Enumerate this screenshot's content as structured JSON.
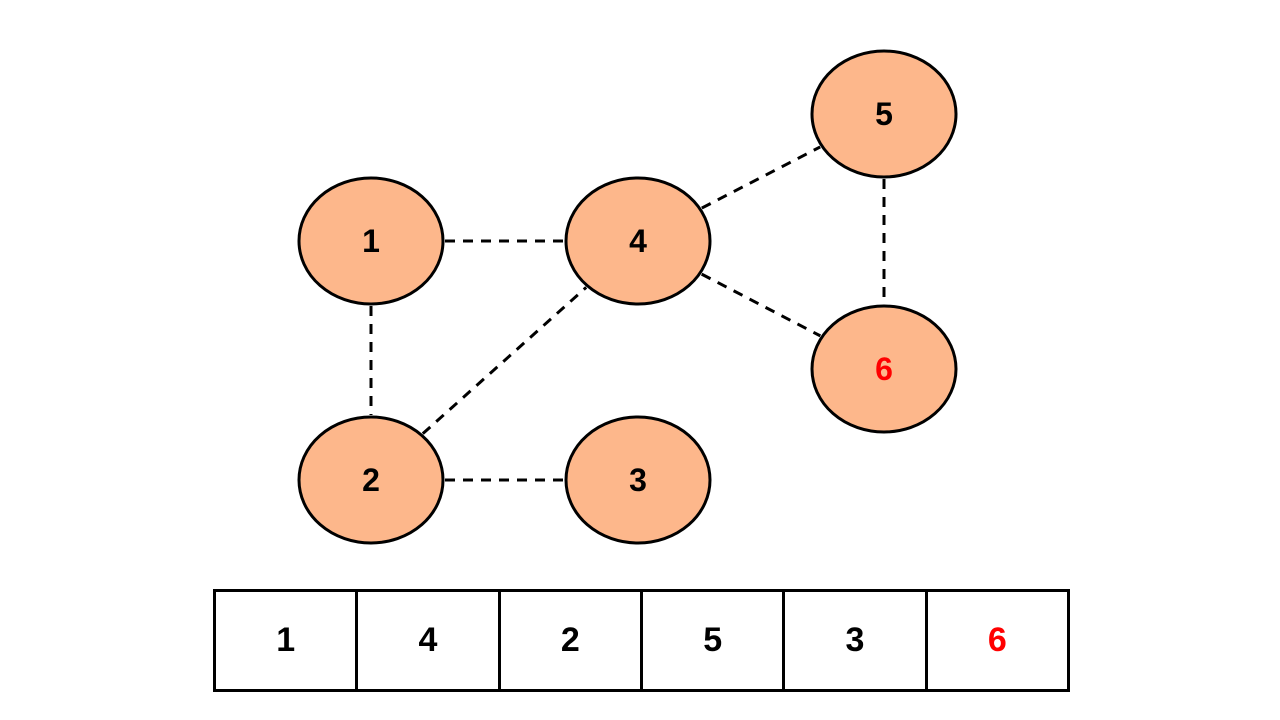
{
  "colors": {
    "node_fill": "#FDB78B",
    "stroke": "#000000",
    "label_default": "#000000",
    "label_highlight": "#FF0000"
  },
  "graph": {
    "nodes": [
      {
        "id": "1",
        "label": "1",
        "highlight": false
      },
      {
        "id": "2",
        "label": "2",
        "highlight": false
      },
      {
        "id": "3",
        "label": "3",
        "highlight": false
      },
      {
        "id": "4",
        "label": "4",
        "highlight": false
      },
      {
        "id": "5",
        "label": "5",
        "highlight": false
      },
      {
        "id": "6",
        "label": "6",
        "highlight": true
      }
    ],
    "edges": [
      {
        "from": "1",
        "to": "4"
      },
      {
        "from": "1",
        "to": "2"
      },
      {
        "from": "2",
        "to": "4"
      },
      {
        "from": "2",
        "to": "3"
      },
      {
        "from": "4",
        "to": "5"
      },
      {
        "from": "4",
        "to": "6"
      },
      {
        "from": "5",
        "to": "6"
      }
    ]
  },
  "order": [
    {
      "label": "1",
      "highlight": false
    },
    {
      "label": "4",
      "highlight": false
    },
    {
      "label": "2",
      "highlight": false
    },
    {
      "label": "5",
      "highlight": false
    },
    {
      "label": "3",
      "highlight": false
    },
    {
      "label": "6",
      "highlight": true
    }
  ]
}
